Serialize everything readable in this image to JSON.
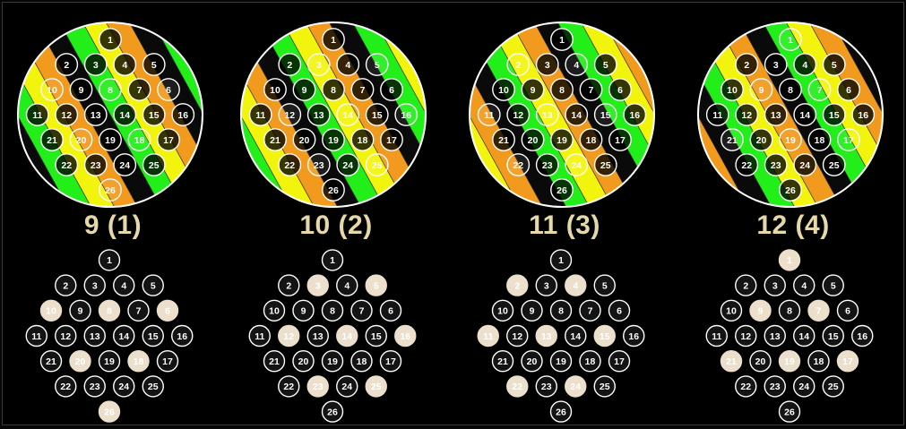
{
  "panels": [
    {
      "title": "9 (1)",
      "highlighted": [
        8,
        10,
        6,
        20,
        18,
        26
      ]
    },
    {
      "title": "10 (2)",
      "highlighted": [
        3,
        5,
        12,
        14,
        16,
        23,
        25
      ]
    },
    {
      "title": "11 (3)",
      "highlighted": [
        2,
        4,
        11,
        13,
        15,
        22,
        24
      ]
    },
    {
      "title": "12 (4)",
      "highlighted": [
        1,
        9,
        7,
        21,
        19,
        17
      ]
    }
  ],
  "element_numbers": [
    1,
    2,
    3,
    4,
    5,
    10,
    9,
    8,
    7,
    6,
    11,
    12,
    13,
    14,
    15,
    16,
    21,
    20,
    19,
    18,
    17,
    22,
    23,
    24,
    25,
    26
  ],
  "colors": {
    "background": "#000000",
    "stripe_green": "#22ee1a",
    "stripe_yellow": "#f2f40e",
    "stripe_orange": "#f29a1d",
    "stripe_black": "#0a0a0a",
    "circle_outline": "#ffffff",
    "highlight_fill": "#ece0cc",
    "dark_fill": "#141414",
    "title_text": "#e7d8a8"
  }
}
